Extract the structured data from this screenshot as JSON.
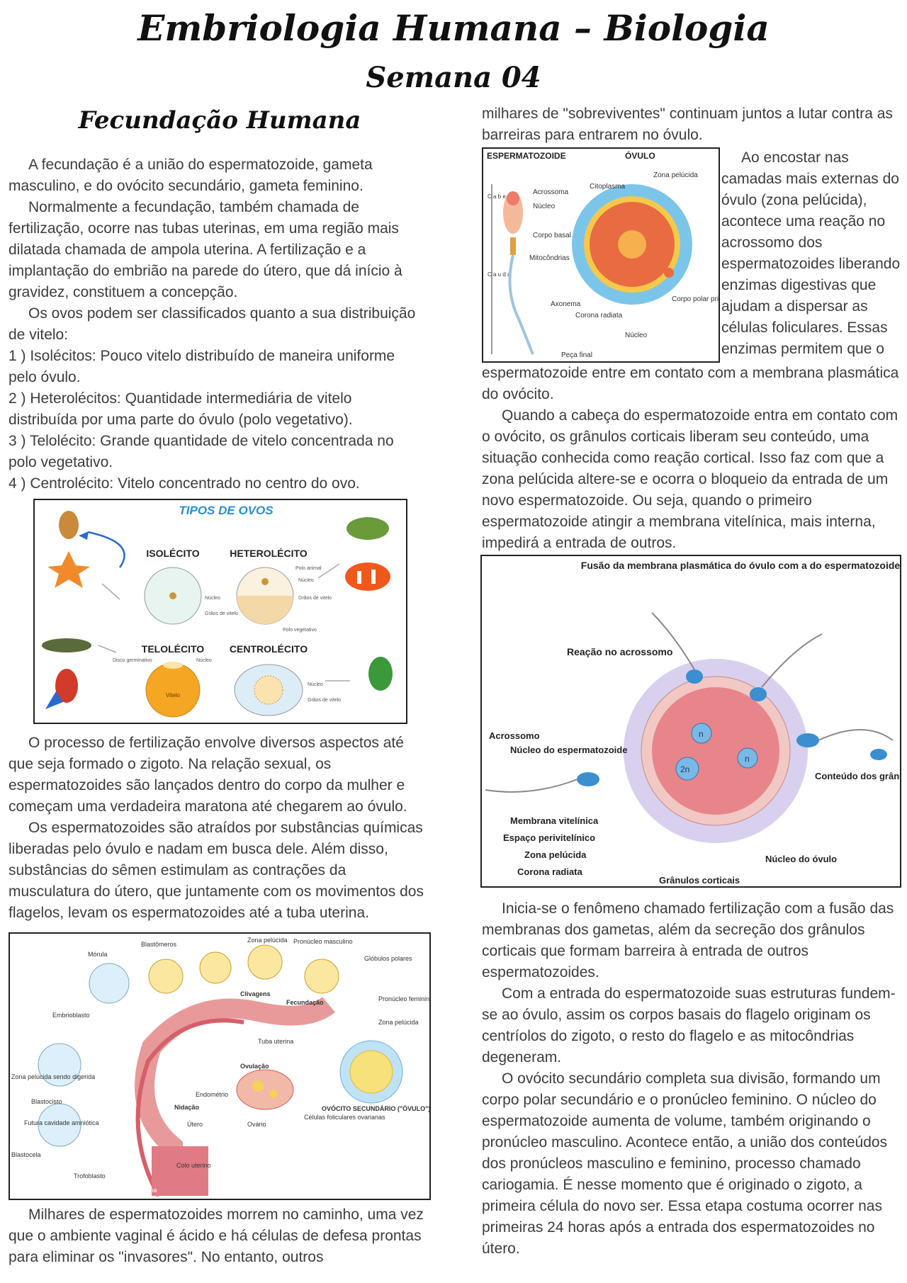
{
  "header": {
    "title": "Embriologia Humana – Biologia",
    "subtitle": "Semana 04"
  },
  "left": {
    "section_title": "Fecundação Humana",
    "p1": "A fecundação é a união do espermatozoide, gameta masculino, e do ovócito secundário, gameta feminino.",
    "p2": "Normalmente a fecundação, também chamada de fertilização, ocorre nas tubas uterinas, em uma região mais dilatada chamada de ampola uterina. A fertilização e a implantação do embrião na parede do útero, que dá início à gravidez, constituem a concepção.",
    "p3": "Os ovos podem ser classificados quanto a sua distribuição de vitelo:",
    "list": [
      "1 ) Isolécitos: Pouco vitelo distribuído de maneira uniforme pelo óvulo.",
      "2 ) Heterolécitos: Quantidade intermediária de vitelo distribuída por uma parte do óvulo (polo vegetativo).",
      "3 ) Telolécito: Grande quantidade de vitelo concentrada no polo vegetativo.",
      "4 ) Centrolécito: Vitelo concentrado no centro do ovo."
    ],
    "p4": "O processo de fertilização envolve diversos aspectos até que seja formado o zigoto. Na relação sexual, os espermatozoides são lançados dentro do corpo da mulher e começam uma verdadeira maratona até chegarem ao óvulo.",
    "p5": "Os espermatozoides são atraídos por substâncias químicas liberadas pelo óvulo e nadam em busca dele. Além disso, substâncias do sêmen estimulam as contrações da musculatura do útero, que juntamente com os movimentos dos flagelos, levam os espermatozoides até a tuba uterina.",
    "p6": "Milhares de espermatozoides morrem no caminho, uma vez que o ambiente vaginal é ácido e há células de defesa prontas para eliminar os \"invasores\". No entanto, outros"
  },
  "right": {
    "p0": "milhares de \"sobreviventes\" continuam juntos a lutar contra as barreiras para entrarem no óvulo.",
    "p1_side": "Ao encostar nas camadas mais externas do óvulo (zona pelúcida), acontece uma reação no acrossomo dos espermatozoides liberando enzimas digestivas que ajudam a dispersar as células foliculares. Essas enzimas permitem que o",
    "p1_cont": "espermatozoide entre em contato com a membrana plasmática do ovócito.",
    "p2": "Quando a cabeça do espermatozoide entra em contato com o ovócito, os grânulos corticais liberam seu conteúdo, uma situação conhecida como reação cortical. Isso faz com que a zona pelúcida altere-se e ocorra o bloqueio da entrada de um novo espermatozoide. Ou seja, quando o primeiro espermatozoide atingir a membrana vitelínica, mais interna, impedirá a entrada de outros.",
    "p3": "Inicia-se o fenômeno chamado fertilização com a fusão das membranas dos gametas, além da secreção dos grânulos corticais que formam barreira à entrada de outros espermatozoides.",
    "p4": "Com a entrada do espermatozoide suas estruturas fundem-se ao óvulo, assim os corpos basais do flagelo originam os centríolos do zigoto, o resto do flagelo e as mitocôndrias degeneram.",
    "p5": "O ovócito secundário completa sua divisão, formando um corpo polar secundário e o pronúcleo feminino. O núcleo do espermatozoide aumenta de volume, também originando o pronúcleo masculino. Acontece então, a união dos conteúdos dos pronúcleos masculino e feminino, processo chamado cariogamia. É nesse momento que é originado o zigoto, a primeira célula do novo ser. Essa etapa costuma ocorrer nas primeiras 24 horas após a entrada dos espermatozoides no útero."
  },
  "fig_ovos": {
    "title": "TIPOS DE OVOS",
    "isolecito": "ISOLÉCITO",
    "heterolecito": "HETEROLÉCITO",
    "telolecito": "TELOLÉCITO",
    "centrolecito": "CENTROLÉCITO",
    "nucleo": "Núcleo",
    "graos": "Grãos de vitelo",
    "polo_animal": "Polo animal",
    "polo_vegetativo": "Polo vegetativo",
    "disco": "Disco germinativo",
    "vitelo": "Vitelo"
  },
  "fig_gametas": {
    "esperm": "ESPERMATOZOIDE",
    "ovulo": "ÓVULO",
    "cabeca": "C a b e ç a",
    "cauda": "C a u d a",
    "acrossoma": "Acrossoma",
    "nucleo": "Núcleo",
    "corpo_basal": "Corpo basal",
    "mitocondrias": "Mitocôndrias",
    "axonema": "Axonema",
    "peca_final": "Peça final",
    "citoplasma": "Citoplasma",
    "zona_pelucida": "Zona pelúcida",
    "corpo_polar": "Corpo polar primário",
    "corona": "Corona radiata",
    "nucleo_ovulo": "Núcleo"
  },
  "fig_fusao": {
    "title": "Fusão da membrana plasmática do óvulo com a do espermatozoide",
    "reacao": "Reação no acrossomo",
    "acrossomo": "Acrossomo",
    "nucleo_esp": "Núcleo do espermatozoide",
    "conteudo": "Conteúdo dos grânulos corticais",
    "membrana": "Membrana vitelínica",
    "espaco": "Espaço perivitelínico",
    "zona": "Zona pelúcida",
    "corona": "Corona radiata",
    "nucleo_ovulo": "Núcleo do óvulo",
    "granulos": "Grânulos corticais",
    "n": "n",
    "2n": "2n"
  },
  "fig_utero": {
    "morula": "Mórula",
    "blastomeros": "Blastômeros",
    "zona_pelucida": "Zona pelúcida",
    "pronucleo_m": "Pronúcleo masculino",
    "globulos": "Glóbulos polares",
    "pronucleo_f": "Pronúcleo feminino",
    "zona_pelucida2": "Zona pelúcida",
    "embrioblasto": "Embrioblasto",
    "clivagens": "Clivagens",
    "fecundacao": "Fecundação",
    "tuba": "Tuba uterina",
    "zona_digerida": "Zona pelúcida sendo digerida",
    "ovulacao": "Ovulação",
    "blastocisto": "Blastocisto",
    "endometrio": "Endométrio",
    "nidacao": "Nidação",
    "cavidade": "Futura cavidade amniótica",
    "utero": "Útero",
    "ovario": "Ovário",
    "celulas": "Células foliculares ovarianas",
    "ovocito": "OVÓCITO SECUNDÁRIO (\"ÓVULO\")",
    "blastocela": "Blastocela",
    "trofoblasto": "Trofoblasto",
    "colo": "Colo uterino",
    "vagina": "Vagina"
  }
}
